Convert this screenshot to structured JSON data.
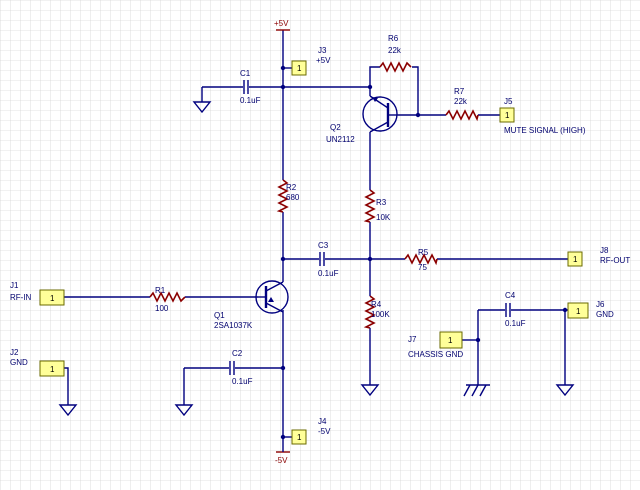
{
  "rails": {
    "vcc": "+5V",
    "vee": "-5V"
  },
  "connectors": [
    {
      "ref": "J1",
      "label": "RF-IN",
      "pin": "1"
    },
    {
      "ref": "J2",
      "label": "GND",
      "pin": "1"
    },
    {
      "ref": "J3",
      "label": "+5V",
      "pin": "1"
    },
    {
      "ref": "J4",
      "label": "-5V",
      "pin": "1"
    },
    {
      "ref": "J5",
      "label": "MUTE SIGNAL (HIGH)",
      "pin": "1"
    },
    {
      "ref": "J6",
      "label": "GND",
      "pin": "1"
    },
    {
      "ref": "J7",
      "label": "CHASSIS GND",
      "pin": "1"
    },
    {
      "ref": "J8",
      "label": "RF-OUT",
      "pin": "1"
    }
  ],
  "resistors": [
    {
      "ref": "R1",
      "value": "100"
    },
    {
      "ref": "R2",
      "value": "680"
    },
    {
      "ref": "R3",
      "value": "10K"
    },
    {
      "ref": "R4",
      "value": "100K"
    },
    {
      "ref": "R5",
      "value": "75"
    },
    {
      "ref": "R6",
      "value": "22k"
    },
    {
      "ref": "R7",
      "value": "22k"
    }
  ],
  "capacitors": [
    {
      "ref": "C1",
      "value": "0.1uF"
    },
    {
      "ref": "C2",
      "value": "0.1uF"
    },
    {
      "ref": "C3",
      "value": "0.1uF"
    },
    {
      "ref": "C4",
      "value": "0.1uF"
    }
  ],
  "transistors": [
    {
      "ref": "Q1",
      "part": "2SA1037K"
    },
    {
      "ref": "Q2",
      "part": "UN2112"
    }
  ]
}
